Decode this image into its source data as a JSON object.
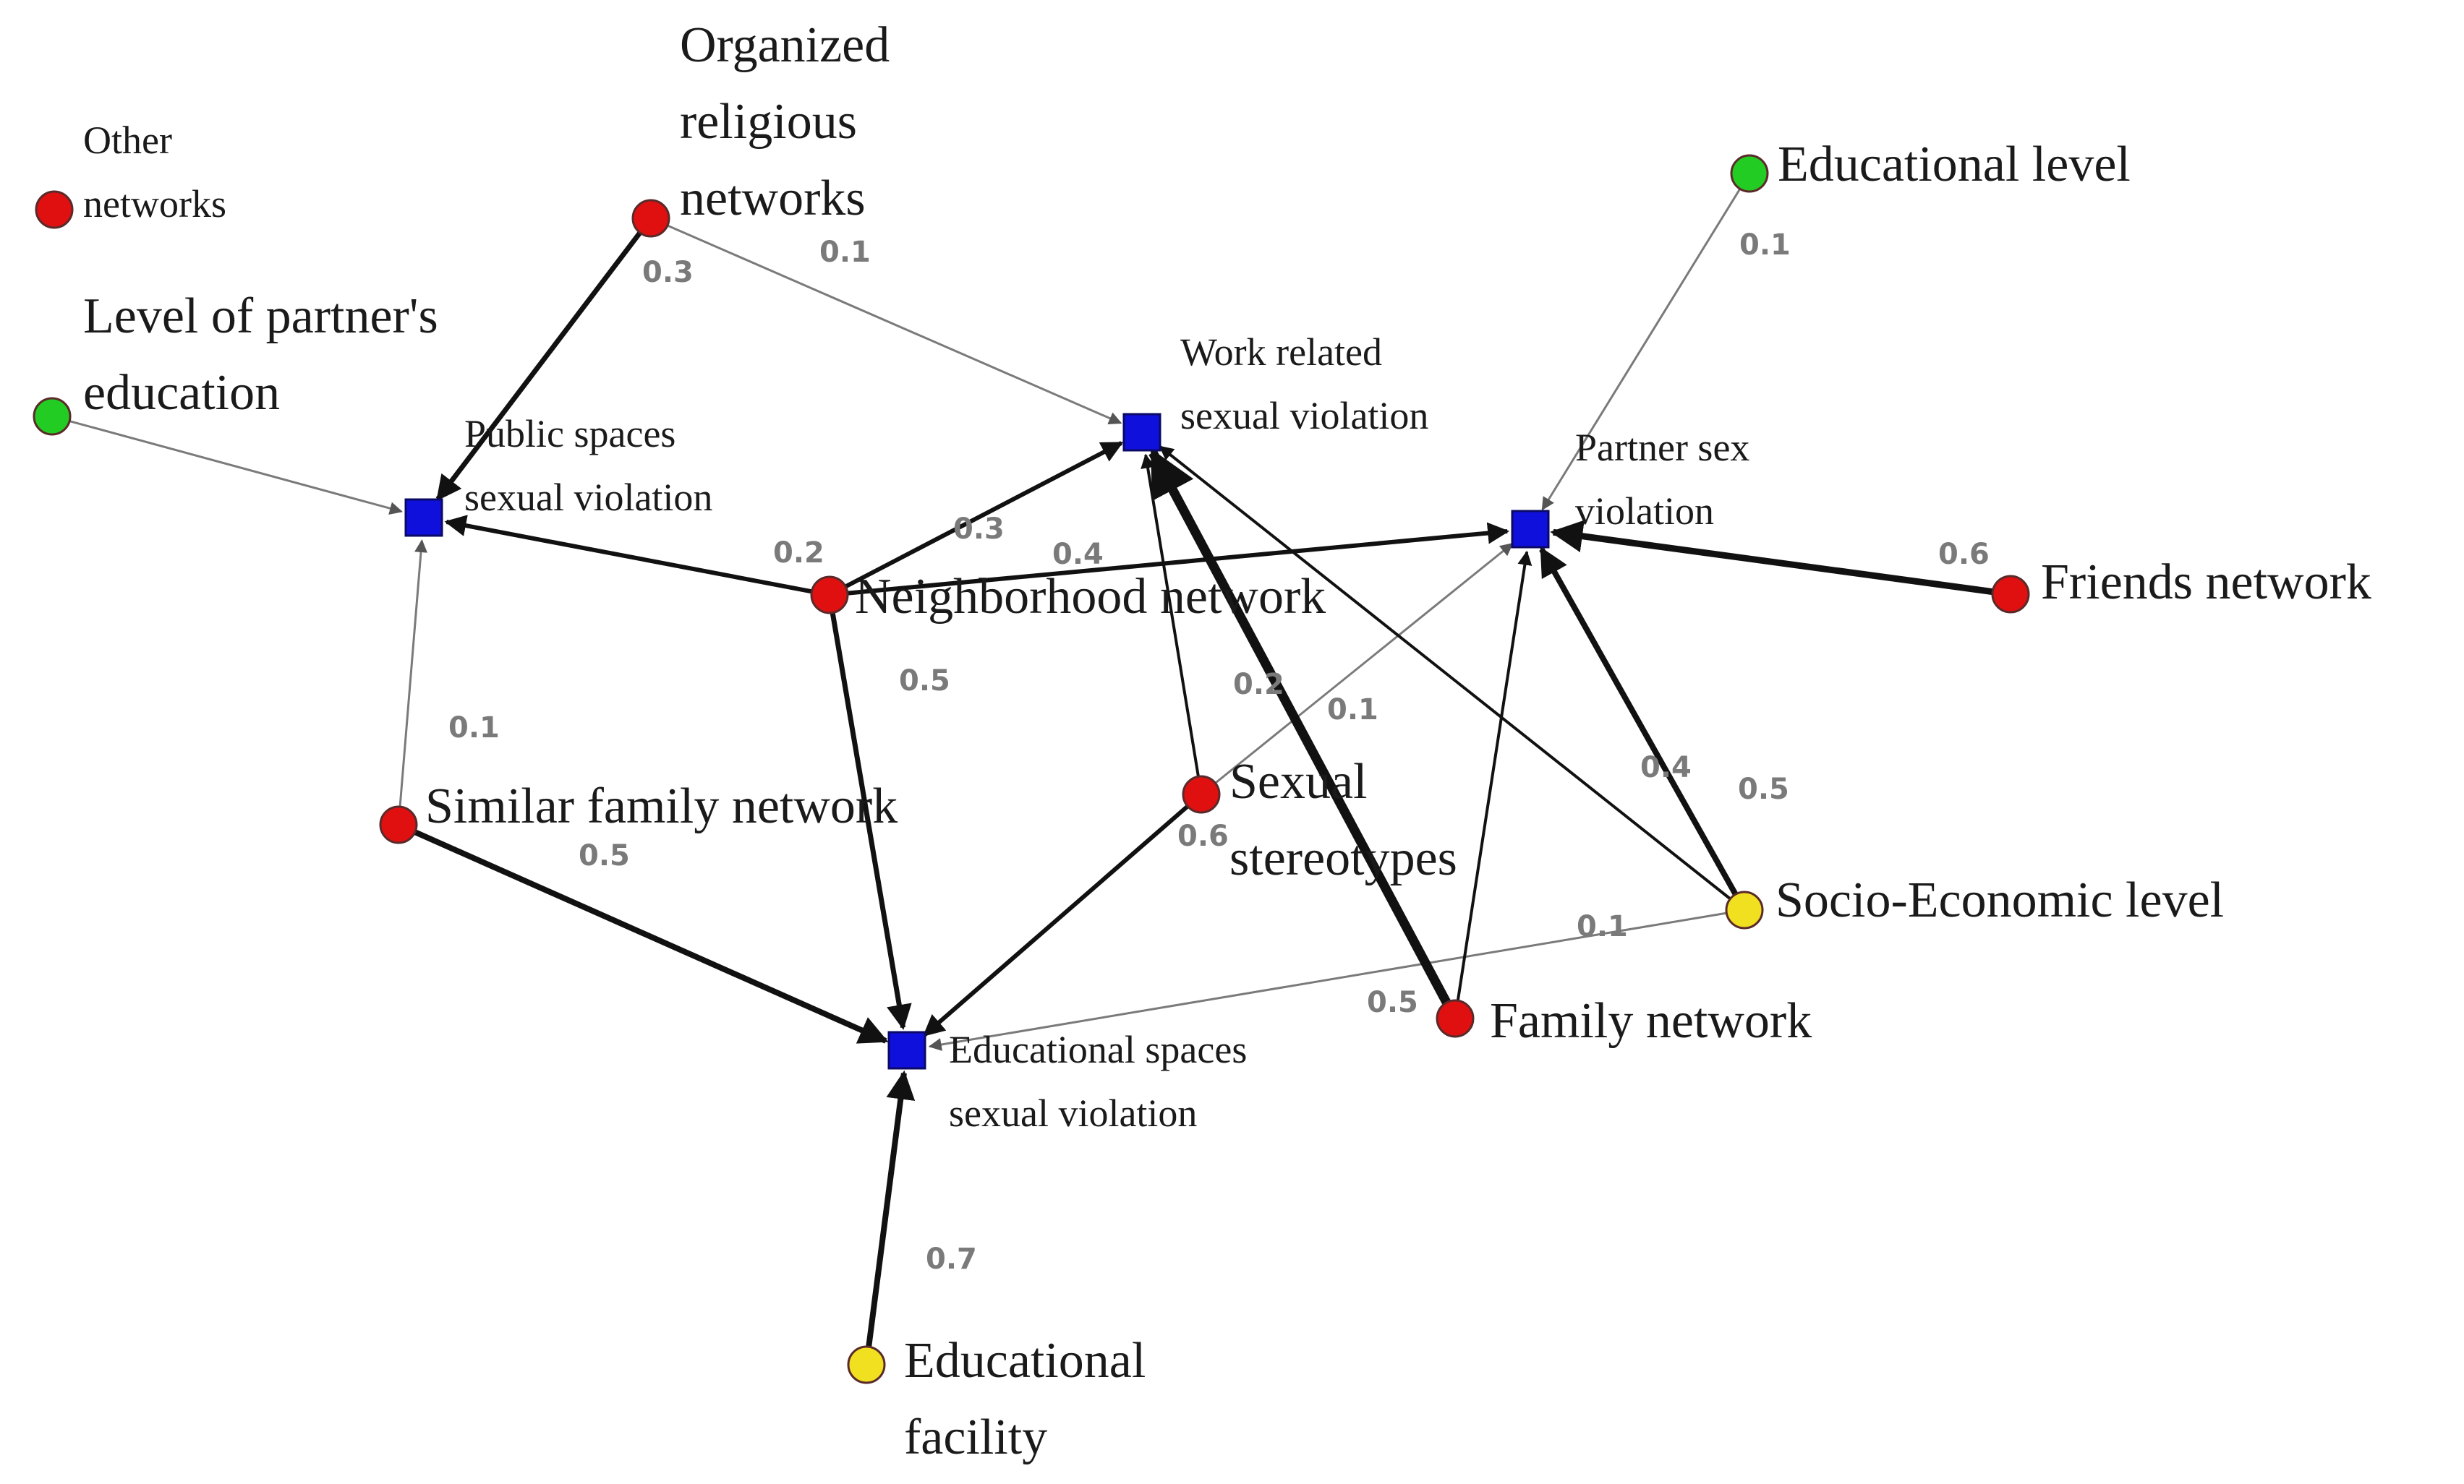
{
  "colors": {
    "network": "#e01010",
    "education": "#22cc22",
    "socio": "#f0e020",
    "violation": "#1010dd",
    "edge": "#111111",
    "weight_label": "#7a7a7a"
  },
  "nodes": {
    "other_networks": {
      "lines": [
        "Other",
        "networks"
      ],
      "kind": "network"
    },
    "organized_religious": {
      "lines": [
        "Organized",
        "religious",
        "networks"
      ],
      "kind": "network"
    },
    "partner_education": {
      "lines": [
        "Level of partner's",
        "education"
      ],
      "kind": "education"
    },
    "public_spaces": {
      "lines": [
        "Public spaces",
        "sexual violation"
      ],
      "kind": "violation"
    },
    "work_related": {
      "lines": [
        "Work related",
        "sexual violation"
      ],
      "kind": "violation"
    },
    "partner_sex": {
      "lines": [
        "Partner sex",
        "violation"
      ],
      "kind": "violation"
    },
    "educational_level": {
      "lines": [
        "Educational level"
      ],
      "kind": "education"
    },
    "neighborhood": {
      "lines": [
        "Neighborhood network"
      ],
      "kind": "network"
    },
    "friends": {
      "lines": [
        "Friends network"
      ],
      "kind": "network"
    },
    "similar_family": {
      "lines": [
        "Similar family network"
      ],
      "kind": "network"
    },
    "sexual_stereotypes": {
      "lines": [
        "Sexual",
        "stereotypes"
      ],
      "kind": "network"
    },
    "socio_economic": {
      "lines": [
        "Socio-Economic level"
      ],
      "kind": "socio"
    },
    "family": {
      "lines": [
        "Family network"
      ],
      "kind": "network"
    },
    "educational_spaces": {
      "lines": [
        "Educational spaces",
        "sexual violation"
      ],
      "kind": "violation"
    },
    "educational_facility": {
      "lines": [
        "Educational",
        "facility"
      ],
      "kind": "socio"
    }
  },
  "edges": [
    {
      "from": "organized_religious",
      "to": "public_spaces",
      "weight": "0.3"
    },
    {
      "from": "organized_religious",
      "to": "work_related",
      "weight": "0.1"
    },
    {
      "from": "partner_education",
      "to": "public_spaces",
      "weight": ""
    },
    {
      "from": "educational_level",
      "to": "partner_sex",
      "weight": "0.1"
    },
    {
      "from": "neighborhood",
      "to": "public_spaces",
      "weight": "0.2"
    },
    {
      "from": "neighborhood",
      "to": "work_related",
      "weight": "0.3"
    },
    {
      "from": "neighborhood",
      "to": "partner_sex",
      "weight": "0.4"
    },
    {
      "from": "neighborhood",
      "to": "educational_spaces",
      "weight": "0.5"
    },
    {
      "from": "friends",
      "to": "partner_sex",
      "weight": "0.6"
    },
    {
      "from": "similar_family",
      "to": "public_spaces",
      "weight": "0.1"
    },
    {
      "from": "similar_family",
      "to": "educational_spaces",
      "weight": "0.5"
    },
    {
      "from": "sexual_stereotypes",
      "to": "work_related",
      "weight": "0.2"
    },
    {
      "from": "sexual_stereotypes",
      "to": "partner_sex",
      "weight": "0.1"
    },
    {
      "from": "sexual_stereotypes",
      "to": "educational_spaces",
      "weight": "0.6"
    },
    {
      "from": "socio_economic",
      "to": "work_related",
      "weight": ""
    },
    {
      "from": "socio_economic",
      "to": "partner_sex",
      "weight": "0.5"
    },
    {
      "from": "socio_economic",
      "to": "educational_spaces",
      "weight": "0.1"
    },
    {
      "from": "family",
      "to": "work_related",
      "weight": "0.5"
    },
    {
      "from": "family",
      "to": "partner_sex",
      "weight": "0.4"
    },
    {
      "from": "educational_facility",
      "to": "educational_spaces",
      "weight": "0.7"
    }
  ]
}
